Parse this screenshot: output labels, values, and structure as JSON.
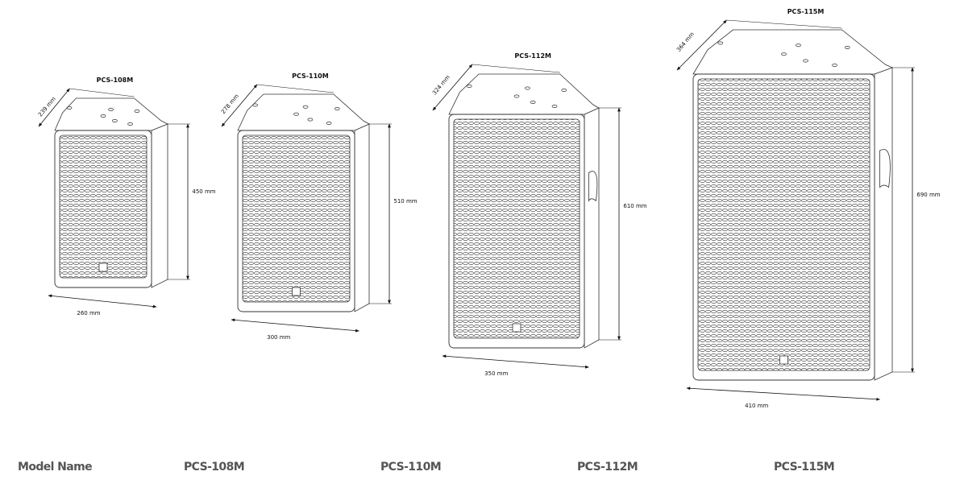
{
  "speakers": [
    {
      "model": "PCS-108M",
      "width": "260 mm",
      "height": "450 mm",
      "depth": "239 mm"
    },
    {
      "model": "PCS-110M",
      "width": "300 mm",
      "height": "510 mm",
      "depth": "278 mm"
    },
    {
      "model": "PCS-112M",
      "width": "350 mm",
      "height": "610 mm",
      "depth": "324 mm"
    },
    {
      "model": "PCS-115M",
      "width": "410 mm",
      "height": "690 mm",
      "depth": "364 mm"
    }
  ],
  "table": {
    "header": "Model Name",
    "models": [
      "PCS-108M",
      "PCS-110M",
      "PCS-112M",
      "PCS-115M"
    ]
  },
  "colors": {
    "line": "#333333",
    "text": "#555555"
  }
}
